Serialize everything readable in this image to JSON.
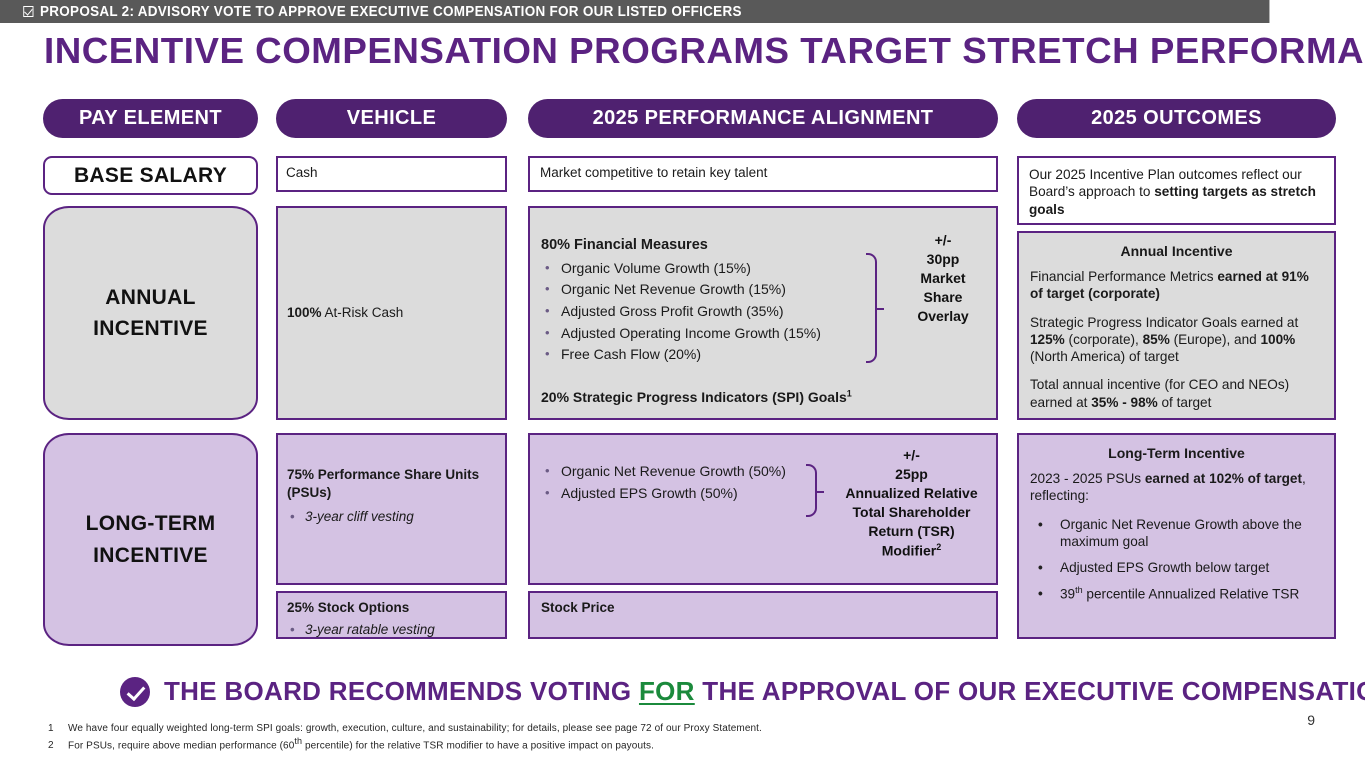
{
  "eyebrow": {
    "icon": "checkbox-icon",
    "label": "PROPOSAL 2: ADVISORY VOTE TO APPROVE EXECUTIVE COMPENSATION FOR OUR LISTED OFFICERS"
  },
  "title": "INCENTIVE COMPENSATION PROGRAMS TARGET STRETCH PERFORMANCE",
  "columns": {
    "pay_element": "PAY ELEMENT",
    "vehicle": "VEHICLE",
    "performance_alignment": "2025 PERFORMANCE ALIGNMENT",
    "outcomes": "2025 OUTCOMES"
  },
  "rows": {
    "base_salary": {
      "pay_element": "BASE SALARY",
      "vehicle": "Cash",
      "alignment": "Market competitive to retain key talent"
    },
    "annual_incentive": {
      "pay_element_line1": "ANNUAL",
      "pay_element_line2": "INCENTIVE",
      "vehicle_pct": "100%",
      "vehicle_text": " At-Risk Cash",
      "alignment_title": "80% Financial Measures",
      "alignment_bullets": [
        "Organic Volume Growth (15%)",
        "Organic Net Revenue Growth (15%)",
        "Adjusted Gross Profit Growth (35%)",
        "Adjusted Operating Income Growth (15%)",
        "Free Cash Flow (20%)"
      ],
      "alignment_footer": "20% Strategic Progress Indicators (SPI) Goals",
      "alignment_footer_sup": "1",
      "overlay": "+/-\n30pp\nMarket\nShare\nOverlay"
    },
    "long_term_incentive": {
      "pay_element_line1": "LONG-TERM",
      "pay_element_line2": "INCENTIVE",
      "vehicle_psu_title_pct": "75%",
      "vehicle_psu_title_rest": " Performance Share Units (PSUs)",
      "vehicle_psu_bullet": "3-year cliff vesting",
      "vehicle_so_title_pct": "25%",
      "vehicle_so_title_rest": " Stock Options",
      "vehicle_so_bullet": "3-year ratable vesting",
      "alignment_bullets": [
        "Organic Net Revenue Growth (50%)",
        "Adjusted EPS Growth (50%)"
      ],
      "overlay_line1": "+/-",
      "overlay_line2": "25pp",
      "overlay_line3": "Annualized Relative",
      "overlay_line4": "Total Shareholder",
      "overlay_line5": "Return (TSR)",
      "overlay_line6": "Modifier",
      "overlay_sup": "2",
      "alignment_stock_price": "Stock Price"
    }
  },
  "outcomes": {
    "intro_pre": "Our 2025 Incentive Plan outcomes reflect our Board’s approach to ",
    "intro_bold": "setting targets as stretch goals",
    "annual": {
      "heading": "Annual Incentive",
      "p1_pre": "Financial Performance Metrics ",
      "p1_bold": "earned at 91% of target (corporate)",
      "p2_pre": "Strategic Progress Indicator Goals earned at ",
      "p2_b1": "125%",
      "p2_mid1": " (corporate), ",
      "p2_b2": "85%",
      "p2_mid2": " (Europe), and ",
      "p2_b3": "100%",
      "p2_end": " (North America) of target",
      "p3_pre": "Total annual incentive (for CEO and NEOs) earned at ",
      "p3_bold": "35% - 98%",
      "p3_end": " of target"
    },
    "long_term": {
      "heading": "Long-Term Incentive",
      "p1_pre": "2023 - 2025 PSUs ",
      "p1_bold": "earned at 102% of target",
      "p1_end": ", reflecting:",
      "bullets": [
        "Organic Net Revenue Growth above the maximum goal",
        "Adjusted EPS Growth below target"
      ],
      "bullet3_num": "39",
      "bullet3_sup": "th",
      "bullet3_rest": " percentile Annualized Relative TSR"
    }
  },
  "recommendation": {
    "icon": "check-circle-icon",
    "pre": "THE BOARD RECOMMENDS VOTING ",
    "for": "FOR",
    "post": " THE APPROVAL OF OUR EXECUTIVE COMPENSATION"
  },
  "footnotes": [
    {
      "num": "1",
      "text": "We have four equally weighted long-term SPI goals: growth, execution, culture, and sustainability; for details, please see page 72 of our Proxy Statement."
    },
    {
      "num": "2",
      "text_pre": "For PSUs, require above median performance (60",
      "sup": "th",
      "text_post": " percentile) for the relative TSR modifier to have a positive impact on payouts."
    }
  ],
  "page_number": "9",
  "colors": {
    "purple": "#5B2382",
    "pill_purple": "#4F2170",
    "grey_bar": "#595959",
    "grey_fill": "#dcdcdc",
    "lilac_fill": "#d4c2e3",
    "green": "#1B8A3C"
  }
}
